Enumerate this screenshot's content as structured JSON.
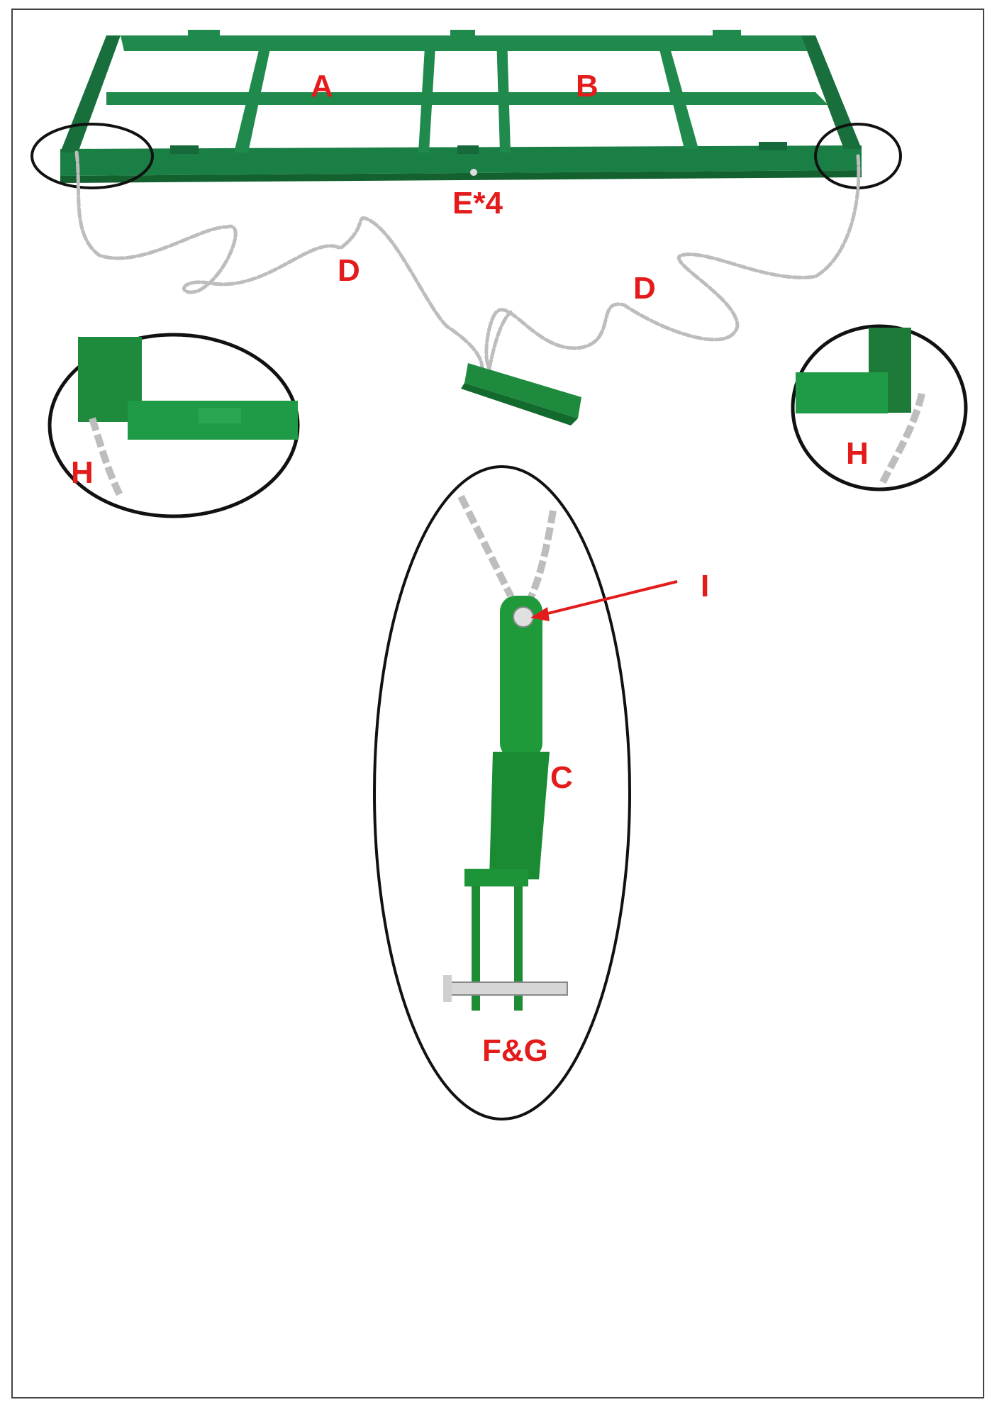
{
  "colors": {
    "frame_green": "#1f8a4c",
    "frame_green_dark": "#15693a",
    "hitch_green": "#1e9a3a",
    "chain": "#c8c8c8",
    "label_red": "#e41b1b",
    "outline": "#111111"
  },
  "labels": {
    "panel_a": "A",
    "panel_b": "B",
    "bolts": "E*4",
    "chain_left": "D",
    "chain_right": "D",
    "chain_hook_left": "H",
    "chain_hook_right": "H",
    "drawbar": "C",
    "pin_clip": "F&G",
    "bolt_arrow": "I"
  }
}
